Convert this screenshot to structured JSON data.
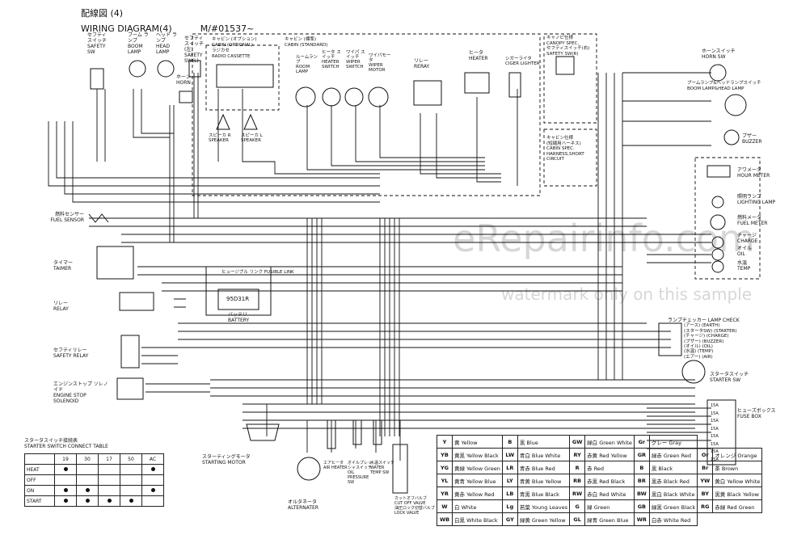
{
  "header": {
    "title_jp": "配線図 (4)",
    "title_en": "WIRING DIAGRAM(4)",
    "model": "M/#01537~"
  },
  "top_labels": [
    {
      "id": "safety-sw-r",
      "jp": "セフティ スイッチ",
      "en": "SAFETY SW"
    },
    {
      "id": "boom-lamp",
      "jp": "ブーム ランプ",
      "en": "BOOM LAMP"
    },
    {
      "id": "head-lamp",
      "jp": "ヘッド ランプ",
      "en": "HEAD LAMP"
    },
    {
      "id": "safety-sw-l",
      "jp": "セフティ スイッチ(左)",
      "en": "SAFETY SW(L)"
    },
    {
      "id": "horn",
      "jp": "ホーン",
      "en": "HORN"
    }
  ],
  "cabin_optional": {
    "jp": "キャビン (オプション)",
    "en": "CABIN (OPTIONAL)",
    "radio_jp": "ラジカセ",
    "radio_en": "RADIO CASSETTE",
    "speaker_r_jp": "スピーカ R",
    "speaker_r_en": "SPEAKER",
    "speaker_l_jp": "スピーカ L",
    "speaker_l_en": "SPEAKER"
  },
  "cabin_standard": {
    "jp": "キャビン (標準)",
    "en": "CABIN (STANDARD)"
  },
  "cabin_items": [
    {
      "id": "room-lamp",
      "jp": "ルームランプ",
      "en": "ROOM LAMP"
    },
    {
      "id": "heater-switch",
      "jp": "ヒータ スイッチ",
      "en": "HEATER SWITCH"
    },
    {
      "id": "wiper-switch",
      "jp": "ワイパ スイッチ",
      "en": "WIPER SWITCH"
    },
    {
      "id": "wiper-motor",
      "jp": "ワイパモータ",
      "en": "WIPER MOTOR"
    },
    {
      "id": "relay",
      "jp": "リレー",
      "en": "RERAY"
    },
    {
      "id": "heater",
      "jp": "ヒータ",
      "en": "HEATER"
    },
    {
      "id": "ciger-lighter",
      "jp": "シガーライタ",
      "en": "CIGER LIGHTER"
    }
  ],
  "canopy_spec": {
    "jp": "キャノピ仕様",
    "en": "CANOPY SPEC.",
    "sw_jp": "セフティスイッチ(右)",
    "sw_en": "SAFETY SW(R)"
  },
  "cabin_spec": {
    "jp": "キャビン仕様",
    "sub_jp": "(短縮用ハーネス)",
    "en1": "CABIN SPEC.",
    "en2": "HARNESS,SHORT",
    "en3": "CIRCUIT"
  },
  "right_components": [
    {
      "id": "horn-switch",
      "jp": "ホーンスイッチ",
      "en": "HORN SW"
    },
    {
      "id": "boom-head-switch",
      "jp": "ブームランプ&ヘッドランプスイッチ",
      "en": "BOOM LAMP&HEAD LAMP"
    },
    {
      "id": "buzzer",
      "jp": "ブザー",
      "en": "BUZZER"
    },
    {
      "id": "hour-meter",
      "jp": "アワメータ",
      "en": "HOUR METER"
    },
    {
      "id": "lighting-lamp",
      "jp": "照明ランプ",
      "en": "LIGHTING LAMP"
    },
    {
      "id": "fuel-meter",
      "jp": "燃料メータ",
      "en": "FUEL METER"
    },
    {
      "id": "charge",
      "jp": "チャージ",
      "en": "CHARGE"
    },
    {
      "id": "oil",
      "jp": "オイル",
      "en": "OIL"
    },
    {
      "id": "temp",
      "jp": "水温",
      "en": "TEMP"
    }
  ],
  "lamp_check": {
    "title": "ランプチェッカー LAMP CHECK",
    "items": [
      "(アース) (EARTH)",
      "(スタータSW) (STARTER)",
      "(チャージ) (CHARGE)",
      "(ブザー) (BUZZER)",
      "(オイル) (OIL)",
      "(水温) (TEMP)",
      "(エアー) (AIR)"
    ]
  },
  "starter_sw": {
    "jp": "スタータスイッチ",
    "en": "STARTER SW"
  },
  "fuse_box": {
    "jp": "ヒューズボックス",
    "en": "FUSE BOX",
    "fuses": [
      "15A",
      "15A",
      "15A",
      "15A",
      "15A",
      "15A",
      "15A",
      "15A"
    ]
  },
  "left_components": [
    {
      "id": "fuel-sensor",
      "jp": "燃料センサー",
      "en": "FUEL SENSOR"
    },
    {
      "id": "timer",
      "jp": "タイマー",
      "en": "TAIMER"
    },
    {
      "id": "relay-left",
      "jp": "リレー",
      "en": "RELAY"
    },
    {
      "id": "safety-relay",
      "jp": "セフティリレー",
      "en": "SAFETY RELAY"
    },
    {
      "id": "engine-stop",
      "jp": "エンジンストップ ソレノイド",
      "en": "ENGINE STOP SOLENOID"
    }
  ],
  "battery": {
    "fusible_jp": "ヒュージブル リンク",
    "fusible_en": "FUSIBLE LINK",
    "model": "95D31R",
    "jp": "バッテリ",
    "en": "BATTERY"
  },
  "bottom_components": [
    {
      "id": "starting-motor",
      "jp": "スターティングモータ",
      "en": "STARTING MOTOR"
    },
    {
      "id": "alternater",
      "jp": "オルタネータ",
      "en": "ALTERNATER"
    },
    {
      "id": "air-heater",
      "jp": "エアヒータ",
      "en": "AIR HEATER"
    },
    {
      "id": "oil-pressure",
      "jp": "オイルプレッシャスイッチ",
      "en": "OIL PRESSURE SW"
    },
    {
      "id": "water-temp",
      "jp": "水温スイッチ",
      "en": "WATER TEMP SW"
    },
    {
      "id": "cut-off-valve",
      "jp": "カットオフバルブ",
      "en": "CUT OFF VALVE"
    },
    {
      "id": "lock-valve",
      "jp": "油圧ロック切替バルブ",
      "en": "LOCK VALVE"
    }
  ],
  "starter_table": {
    "title_jp": "スタータスイッチ接続表",
    "title_en": "STARTER SWITCH CONNECT TABLE",
    "columns": [
      "",
      "19",
      "30",
      "17",
      "50",
      "AC"
    ],
    "rows": [
      {
        "label": "HEAT",
        "dots": [
          true,
          false,
          false,
          false,
          true
        ]
      },
      {
        "label": "OFF",
        "dots": [
          false,
          false,
          false,
          false,
          false
        ]
      },
      {
        "label": "ON",
        "dots": [
          true,
          true,
          false,
          false,
          true
        ]
      },
      {
        "label": "START",
        "dots": [
          true,
          true,
          true,
          true,
          false
        ]
      }
    ]
  },
  "color_legend": [
    [
      [
        "Y",
        "黄",
        "Yellow"
      ],
      [
        "B",
        "黒",
        "Blue"
      ],
      [
        "GW",
        "緑白",
        "Green White"
      ],
      [
        "Gr",
        "グレー",
        "Gray"
      ]
    ],
    [
      [
        "YB",
        "黄黒",
        "Yellow Black"
      ],
      [
        "LW",
        "青白",
        "Blue White"
      ],
      [
        "RY",
        "赤黄",
        "Red Yellow"
      ],
      [
        "GR",
        "緑赤",
        "Green Red"
      ],
      [
        "Or",
        "オレンジ",
        "Orange"
      ]
    ],
    [
      [
        "YG",
        "黄緑",
        "Yellow Green"
      ],
      [
        "LR",
        "青赤",
        "Blue Red"
      ],
      [
        "R",
        "赤",
        "Red"
      ],
      [
        "B",
        "黒",
        "Black"
      ],
      [
        "Br",
        "茶",
        "Brown"
      ]
    ],
    [
      [
        "YL",
        "黄青",
        "Yellow Blue"
      ],
      [
        "LY",
        "青黄",
        "Blue Yellow"
      ],
      [
        "RB",
        "赤黒",
        "Red Black"
      ],
      [
        "BR",
        "黒赤",
        "Black Red"
      ],
      [
        "YW",
        "黄白",
        "Yellow White"
      ]
    ],
    [
      [
        "YR",
        "黄赤",
        "Yellow Red"
      ],
      [
        "LB",
        "青黒",
        "Blue Black"
      ],
      [
        "RW",
        "赤白",
        "Red White"
      ],
      [
        "BW",
        "黒白",
        "Black White"
      ],
      [
        "BY",
        "黒黄",
        "Black Yellow"
      ]
    ],
    [
      [
        "W",
        "白",
        "White"
      ],
      [
        "Lg",
        "若葉",
        "Young Leaves"
      ],
      [
        "G",
        "緑",
        "Green"
      ],
      [
        "GB",
        "緑黒",
        "Green Black"
      ],
      [
        "RG",
        "赤緑",
        "Red Green"
      ]
    ],
    [
      [
        "WB",
        "白黒",
        "White Black"
      ],
      [
        "GY",
        "緑黄",
        "Green Yellow"
      ],
      [
        "GL",
        "緑青",
        "Green Blue"
      ],
      [
        "WR",
        "白赤",
        "White Red"
      ]
    ]
  ],
  "watermark": {
    "main": "eRepairinfo.com",
    "sub": "watermark only on this sample"
  }
}
